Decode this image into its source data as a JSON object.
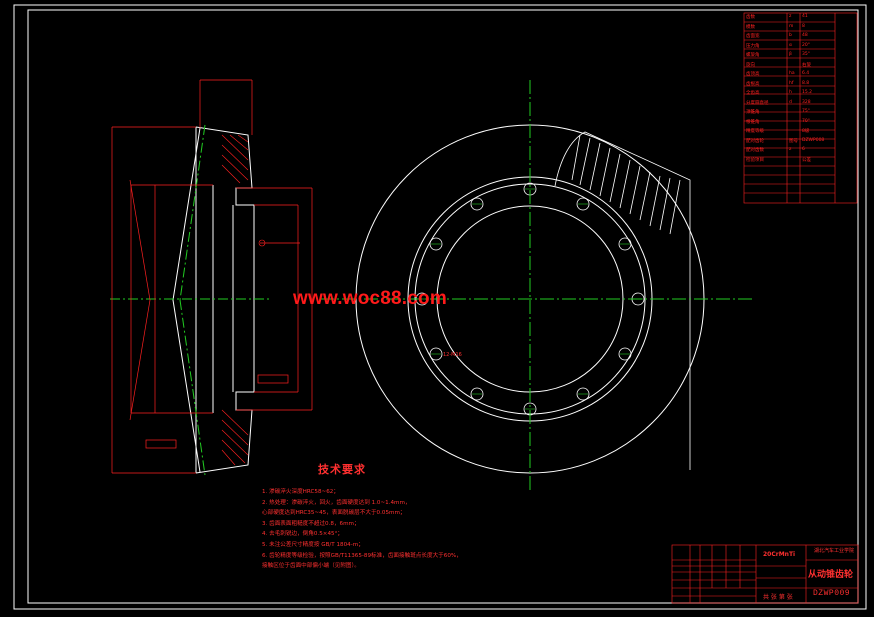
{
  "drawing": {
    "watermark": "www.woc88.com",
    "tech_requirements": {
      "title": "技术要求",
      "notes": [
        "1. 渗碳淬火深度HRC58~62；",
        "2. 热处理：渗碳淬火，回火，齿面硬度达到 1.0~1.4mm，",
        "   心部硬度达到HRC35~45，表面脱碳层不大于0.05mm；",
        "3. 齿面表面粗糙度不超过0.8，6mm；",
        "4. 去毛刺锐边，倒角0.5×45°；",
        "5. 未注公差尺寸精度按 GB/T 1804-m；",
        "6. 齿轮精度等级检验，按照GB/T11365-89标准，齿面接触斑点长度大于60%，",
        "   接触区位于齿面中部偏小端（见附图）。"
      ]
    },
    "title_block": {
      "part_name": "从动锥齿轮",
      "drawing_number": "DZWP009",
      "material": "20CrMnTi",
      "school": "湖北汽车工业学院",
      "scale": "共 张 第 张"
    },
    "param_table_rows": [
      [
        "齿数",
        "z",
        "41"
      ],
      [
        "模数",
        "m",
        "8"
      ],
      [
        "齿面宽",
        "b",
        "48"
      ],
      [
        "压力角",
        "α",
        "20°"
      ],
      [
        "螺旋角",
        "β",
        "35°"
      ],
      [
        "旋向",
        "",
        "右旋"
      ],
      [
        "齿顶高",
        "ha",
        "6.4"
      ],
      [
        "齿根高",
        "hf",
        "8.8"
      ],
      [
        "全齿高",
        "h",
        "15.2"
      ],
      [
        "分度圆直径",
        "d",
        "328"
      ],
      [
        "顶锥角",
        "",
        "75°"
      ],
      [
        "根锥角",
        "",
        "70°"
      ],
      [
        "精度等级",
        "",
        "8级"
      ],
      [
        "配对齿轮",
        "图号",
        "DZWP008"
      ],
      [
        "配对齿数",
        "z",
        "6"
      ],
      [
        "检验项目",
        "",
        "公差"
      ],
      [
        "",
        "",
        ""
      ],
      [
        "",
        "",
        ""
      ],
      [
        "",
        "",
        ""
      ]
    ]
  },
  "colors": {
    "background": "#000000",
    "outline": "#ffffff",
    "dimension": "#ff2020",
    "centerline": "#22cc22"
  }
}
